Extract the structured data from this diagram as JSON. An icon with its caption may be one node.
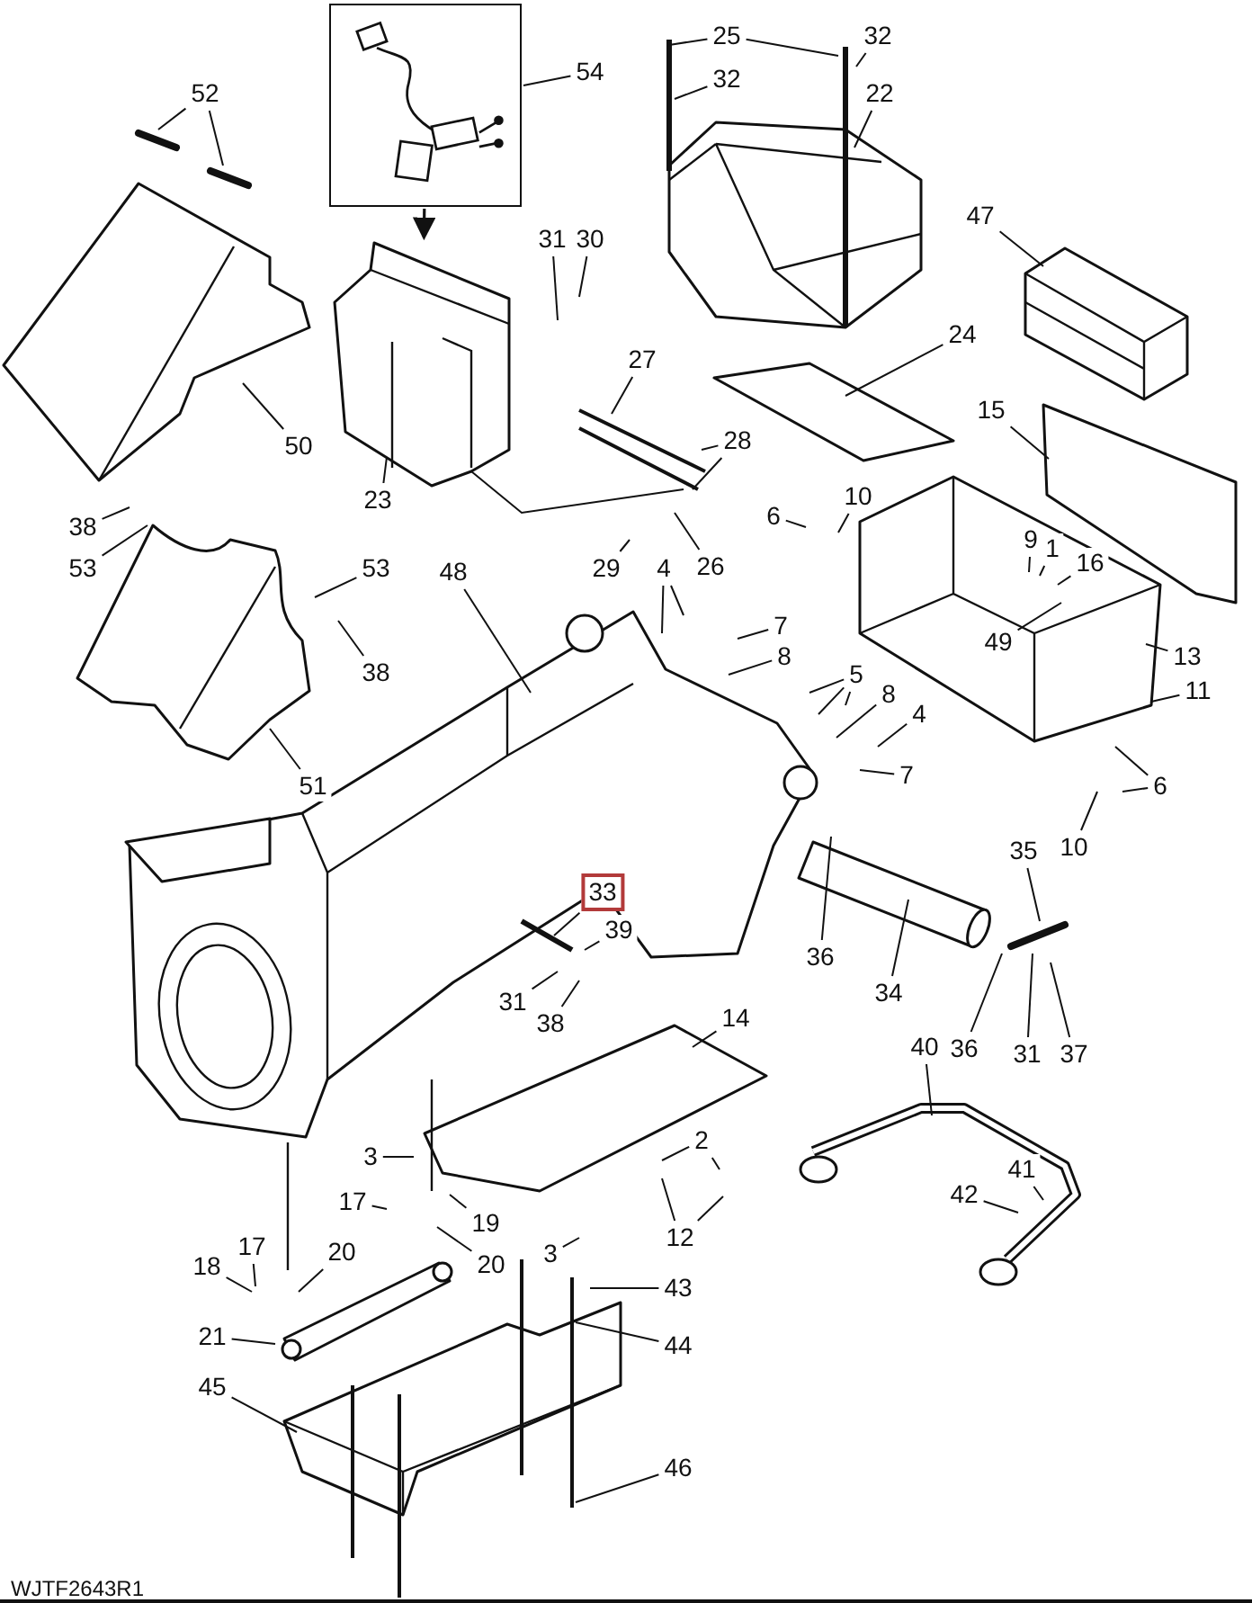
{
  "diagram": {
    "nodes": [
      {
        "text": [],
        "shape": "picture"
      },
      {
        "text": [
          "25"
        ]
      },
      {
        "text": [
          "32"
        ]
      },
      {
        "text": [
          "54"
        ]
      },
      {
        "text": [
          "32"
        ]
      },
      {
        "text": [
          "52"
        ]
      },
      {
        "text": [
          "22"
        ]
      },
      {
        "text": [
          "47"
        ]
      },
      {
        "text": [
          "31"
        ]
      },
      {
        "text": [
          "30"
        ]
      },
      {
        "text": [
          "24"
        ]
      },
      {
        "text": [
          "27"
        ]
      },
      {
        "text": [
          "15"
        ]
      },
      {
        "text": [
          "28"
        ]
      },
      {
        "text": [
          "50"
        ]
      },
      {
        "text": [
          "10"
        ]
      },
      {
        "text": [
          "23"
        ]
      },
      {
        "text": [
          "6"
        ]
      },
      {
        "text": [
          "38"
        ]
      },
      {
        "text": [
          "9"
        ]
      },
      {
        "text": [
          "1"
        ]
      },
      {
        "text": [
          "16"
        ]
      },
      {
        "text": [
          "26"
        ]
      },
      {
        "text": [
          "29"
        ]
      },
      {
        "text": [
          "53"
        ]
      },
      {
        "text": [
          "53"
        ]
      },
      {
        "text": [
          "48"
        ]
      },
      {
        "text": [
          "4"
        ]
      },
      {
        "text": [
          "7"
        ]
      },
      {
        "text": [
          "49"
        ]
      },
      {
        "text": [
          "13"
        ]
      },
      {
        "text": [
          "8"
        ]
      },
      {
        "text": [
          "38"
        ]
      },
      {
        "text": [
          "5"
        ]
      },
      {
        "text": [
          "11"
        ]
      },
      {
        "text": [
          "8"
        ]
      },
      {
        "text": [
          "4"
        ]
      },
      {
        "text": [
          "7"
        ]
      },
      {
        "text": [
          "51"
        ]
      },
      {
        "text": [
          "6"
        ]
      },
      {
        "text": [
          "10"
        ]
      },
      {
        "text": [
          "35"
        ]
      },
      {
        "text": [
          "33"
        ]
      },
      {
        "text": [
          "39"
        ]
      },
      {
        "text": [
          "36"
        ]
      },
      {
        "text": [
          "34"
        ]
      },
      {
        "text": [
          "31"
        ]
      },
      {
        "text": [
          "14"
        ]
      },
      {
        "text": [
          "38"
        ]
      },
      {
        "text": [
          "40"
        ]
      },
      {
        "text": [
          "36"
        ]
      },
      {
        "text": [
          "31"
        ]
      },
      {
        "text": [
          "37"
        ]
      },
      {
        "text": [
          "2"
        ]
      },
      {
        "text": [
          "3"
        ]
      },
      {
        "text": [
          "41"
        ]
      },
      {
        "text": [
          "42"
        ]
      },
      {
        "text": [
          "17"
        ]
      },
      {
        "text": [
          "19"
        ]
      },
      {
        "text": [
          "12"
        ]
      },
      {
        "text": [
          "17"
        ]
      },
      {
        "text": [
          "20"
        ]
      },
      {
        "text": [
          "3"
        ]
      },
      {
        "text": [
          "20"
        ]
      },
      {
        "text": [
          "18"
        ]
      },
      {
        "text": [
          "43"
        ]
      },
      {
        "text": [
          "21"
        ]
      },
      {
        "text": [
          "44"
        ]
      },
      {
        "text": [
          "45"
        ]
      },
      {
        "text": [
          "46"
        ]
      },
      {
        "text": [],
        "shape": "picture"
      }
    ],
    "edges": [
      {
        "from": 3,
        "to": 0,
        "arrow": "none"
      },
      {
        "from": 1,
        "to": null,
        "arrow": "none"
      },
      {
        "from": 1,
        "to": null,
        "arrow": "none"
      },
      {
        "from": 2,
        "to": null,
        "arrow": "none"
      },
      {
        "from": 4,
        "to": null,
        "arrow": "none"
      },
      {
        "from": 5,
        "to": null,
        "arrow": "none"
      },
      {
        "from": 5,
        "to": null,
        "arrow": "none"
      },
      {
        "from": 6,
        "to": null,
        "arrow": "none"
      },
      {
        "from": 7,
        "to": null,
        "arrow": "none"
      },
      {
        "from": 8,
        "to": null,
        "arrow": "none"
      },
      {
        "from": 9,
        "to": null,
        "arrow": "none"
      },
      {
        "from": 10,
        "to": null,
        "arrow": "none"
      },
      {
        "from": 11,
        "to": null,
        "arrow": "none"
      },
      {
        "from": 12,
        "to": null,
        "arrow": "none"
      },
      {
        "from": 13,
        "to": null,
        "arrow": "none"
      },
      {
        "from": 13,
        "to": null,
        "arrow": "none"
      },
      {
        "from": 14,
        "to": null,
        "arrow": "none"
      },
      {
        "from": 15,
        "to": null,
        "arrow": "none"
      },
      {
        "from": 16,
        "to": 70,
        "arrow": "none"
      },
      {
        "from": 17,
        "to": null,
        "arrow": "none"
      },
      {
        "from": 18,
        "to": null,
        "arrow": "none"
      },
      {
        "from": 19,
        "to": null,
        "arrow": "none"
      },
      {
        "from": 20,
        "to": null,
        "arrow": "none"
      },
      {
        "from": 21,
        "to": null,
        "arrow": "none"
      },
      {
        "from": 22,
        "to": null,
        "arrow": "none"
      },
      {
        "from": 23,
        "to": null,
        "arrow": "none"
      },
      {
        "from": 24,
        "to": null,
        "arrow": "none"
      },
      {
        "from": 25,
        "to": null,
        "arrow": "none"
      },
      {
        "from": 26,
        "to": null,
        "arrow": "none"
      },
      {
        "from": 27,
        "to": null,
        "arrow": "none"
      },
      {
        "from": 27,
        "to": null,
        "arrow": "none"
      },
      {
        "from": 28,
        "to": null,
        "arrow": "none"
      },
      {
        "from": 29,
        "to": null,
        "arrow": "none"
      },
      {
        "from": 30,
        "to": null,
        "arrow": "none"
      },
      {
        "from": 31,
        "to": null,
        "arrow": "none"
      },
      {
        "from": 32,
        "to": null,
        "arrow": "none"
      },
      {
        "from": 33,
        "to": null,
        "arrow": "none"
      },
      {
        "from": 33,
        "to": null,
        "arrow": "none"
      },
      {
        "from": 33,
        "to": null,
        "arrow": "none"
      },
      {
        "from": 34,
        "to": null,
        "arrow": "none"
      },
      {
        "from": 35,
        "to": null,
        "arrow": "none"
      },
      {
        "from": 36,
        "to": null,
        "arrow": "none"
      },
      {
        "from": 37,
        "to": null,
        "arrow": "none"
      },
      {
        "from": 38,
        "to": null,
        "arrow": "none"
      },
      {
        "from": 39,
        "to": null,
        "arrow": "none"
      },
      {
        "from": 39,
        "to": null,
        "arrow": "none"
      },
      {
        "from": 40,
        "to": null,
        "arrow": "none"
      },
      {
        "from": 41,
        "to": null,
        "arrow": "none"
      },
      {
        "from": 42,
        "to": null,
        "arrow": "none"
      },
      {
        "from": 43,
        "to": null,
        "arrow": "none"
      },
      {
        "from": 44,
        "to": null,
        "arrow": "none"
      },
      {
        "from": 45,
        "to": null,
        "arrow": "none"
      },
      {
        "from": 46,
        "to": null,
        "arrow": "none"
      },
      {
        "from": 47,
        "to": null,
        "arrow": "none"
      },
      {
        "from": 48,
        "to": null,
        "arrow": "none"
      },
      {
        "from": 49,
        "to": null,
        "arrow": "none"
      },
      {
        "from": 50,
        "to": null,
        "arrow": "none"
      },
      {
        "from": 51,
        "to": null,
        "arrow": "none"
      },
      {
        "from": 52,
        "to": null,
        "arrow": "none"
      },
      {
        "from": 53,
        "to": null,
        "arrow": "none"
      },
      {
        "from": 53,
        "to": null,
        "arrow": "none"
      },
      {
        "from": 54,
        "to": null,
        "arrow": "none"
      },
      {
        "from": 55,
        "to": null,
        "arrow": "none"
      },
      {
        "from": 56,
        "to": null,
        "arrow": "none"
      },
      {
        "from": 57,
        "to": null,
        "arrow": "none"
      },
      {
        "from": 58,
        "to": null,
        "arrow": "none"
      },
      {
        "from": 59,
        "to": null,
        "arrow": "none"
      },
      {
        "from": 59,
        "to": null,
        "arrow": "none"
      },
      {
        "from": 60,
        "to": null,
        "arrow": "none"
      },
      {
        "from": 61,
        "to": null,
        "arrow": "none"
      },
      {
        "from": 62,
        "to": null,
        "arrow": "none"
      },
      {
        "from": 63,
        "to": null,
        "arrow": "none"
      },
      {
        "from": 64,
        "to": null,
        "arrow": "none"
      },
      {
        "from": 65,
        "to": null,
        "arrow": "none"
      },
      {
        "from": 66,
        "to": null,
        "arrow": "none"
      },
      {
        "from": 67,
        "to": null,
        "arrow": "none"
      },
      {
        "from": 68,
        "to": null,
        "arrow": "none"
      },
      {
        "from": 69,
        "to": null,
        "arrow": "none"
      },
      {
        "from": 0,
        "to": 70,
        "arrow": "to"
      },
      {
        "from": 70,
        "to": null,
        "arrow": "none"
      }
    ],
    "labels": [
      "WJTF2643R1"
    ]
  }
}
